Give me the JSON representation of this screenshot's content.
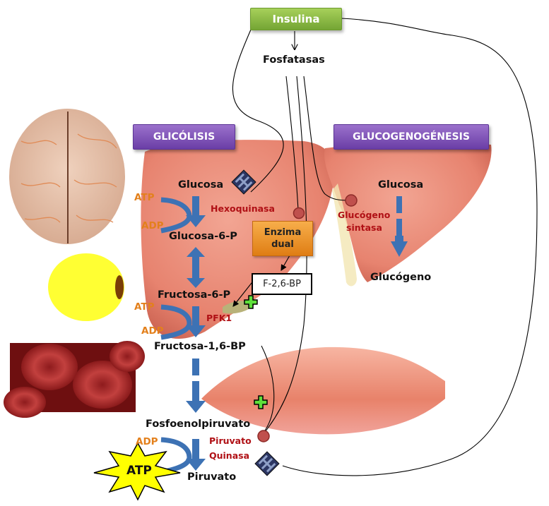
{
  "top": {
    "insulina": "Insulina",
    "fosfatasas": "Fosfatasas"
  },
  "headers": {
    "glicolisis": "GLICÓLISIS",
    "glucogenogenesis": "GLUCOGENOGÉNESIS"
  },
  "glycolysis": {
    "glucosa": "Glucosa",
    "glucosa_6p": "Glucosa-6-P",
    "fructosa_6p": "Fructosa-6-P",
    "fructosa_16bp": "Fructosa-1,6-BP",
    "fosfoenolpiruvato": "Fosfoenolpiruvato",
    "piruvato": "Piruvato",
    "hexoquinasa": "Hexoquinasa",
    "pfk1": "PFK1",
    "piruvato_quinasa_1": "Piruvato",
    "piruvato_quinasa_2": "Quinasa",
    "atp": "ATP",
    "adp": "ADP",
    "atp_burst": "ATP"
  },
  "regulators": {
    "enzima_dual_1": "Enzima",
    "enzima_dual_2": "dual",
    "f26bp": "F-2,6-BP"
  },
  "glycogenesis": {
    "glucosa": "Glucosa",
    "glucogeno": "Glucógeno",
    "glucogeno_sintasa_1": "Glucógeno",
    "glucogeno_sintasa_2": "sintasa"
  },
  "colors": {
    "header_purple": "#7b4fb8",
    "insulina_green": "#8cbb45",
    "enzyme_red": "#b01015",
    "cofactor_orange": "#e3801c",
    "arrow_blue": "#3d72b4",
    "activator_green": "#5ee03a",
    "inhibitor_circle": "#c0504d"
  }
}
